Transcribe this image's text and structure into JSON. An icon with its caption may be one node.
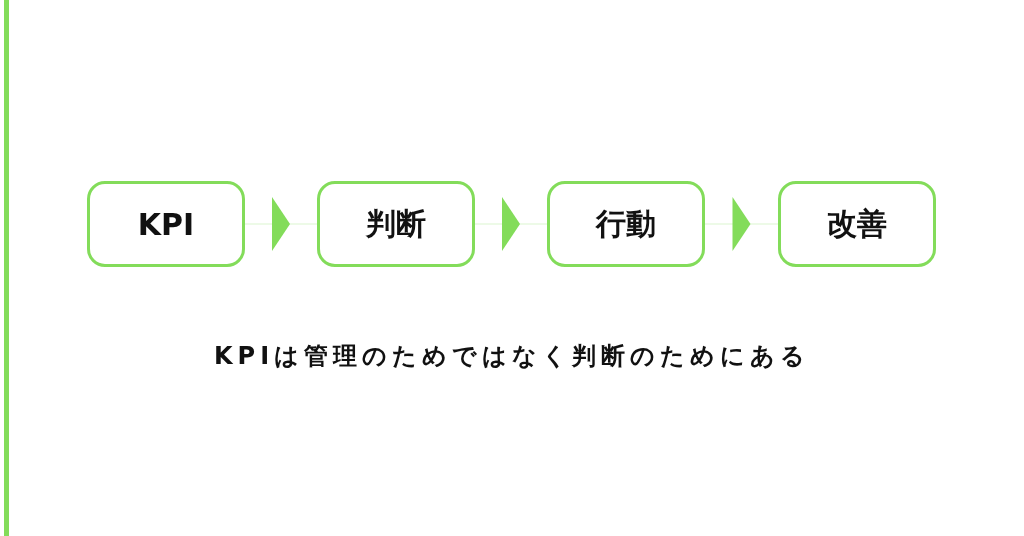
{
  "diagram": {
    "caption": "KPIは管理のためではなく判断のためにある",
    "nodes": [
      {
        "text": [
          "KPI"
        ]
      },
      {
        "text": [
          "判断"
        ]
      },
      {
        "text": [
          "行動"
        ]
      },
      {
        "text": [
          "改善"
        ]
      }
    ],
    "edges": [
      {
        "from": 0,
        "to": 1,
        "arrow": "to"
      },
      {
        "from": 1,
        "to": 2,
        "arrow": "to"
      },
      {
        "from": 2,
        "to": 3,
        "arrow": "to"
      }
    ]
  }
}
